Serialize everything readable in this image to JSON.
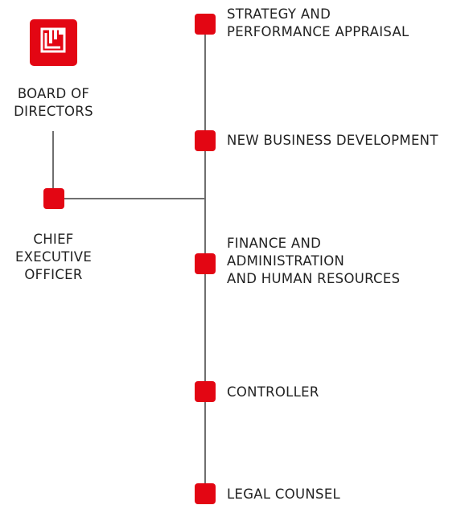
{
  "colors": {
    "accent": "#e30613",
    "line": "#6f6f6f",
    "text": "#222222"
  },
  "logo": {
    "icon": "company-logo-icon"
  },
  "board": {
    "label": "BOARD OF\nDIRECTORS"
  },
  "ceo": {
    "label": "CHIEF\nEXECUTIVE\nOFFICER"
  },
  "branches": [
    {
      "label": "STRATEGY AND\nPERFORMANCE  APPRAISAL"
    },
    {
      "label": "NEW BUSINESS DEVELOPMENT"
    },
    {
      "label": "FINANCE AND\nADMINISTRATION\nAND HUMAN RESOURCES"
    },
    {
      "label": "CONTROLLER"
    },
    {
      "label": "LEGAL COUNSEL"
    }
  ]
}
